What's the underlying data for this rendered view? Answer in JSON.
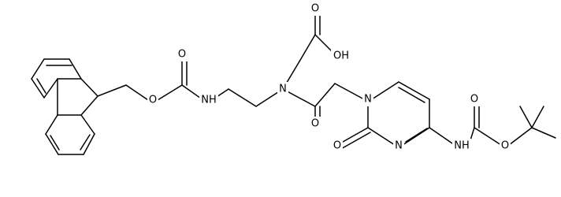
{
  "labels": {
    "oh": "OH",
    "o_acid": "O",
    "n_amine": "N",
    "o_amide": "O",
    "n_ring": "N",
    "o_ring": "O",
    "n_ring_imine": "N",
    "nh_boc": "NH",
    "o_boc_carbonyl": "O",
    "o_boc_ester": "O",
    "o_fmoc_ester": "O",
    "o_fmoc_carbonyl": "O",
    "nh_fmoc": "NH"
  },
  "colors": {
    "bond": "#000000",
    "text": "#000000",
    "background": "#ffffff"
  }
}
